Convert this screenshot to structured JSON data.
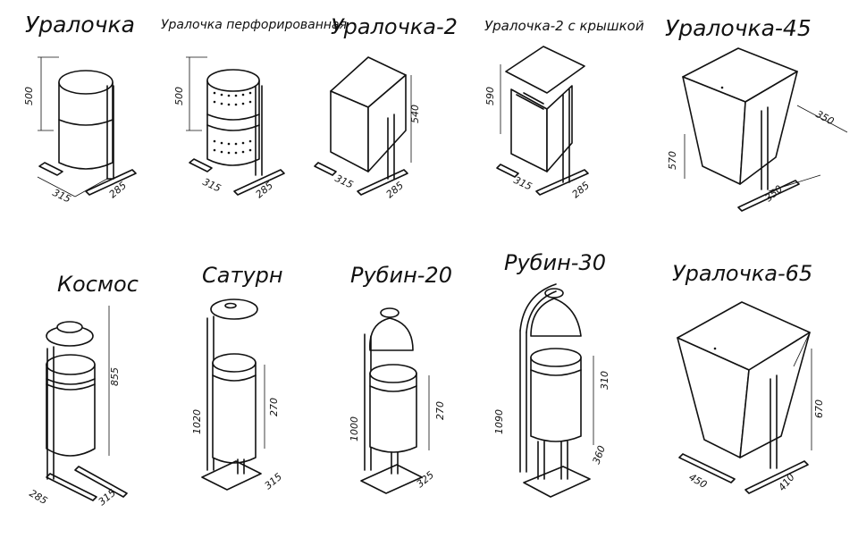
{
  "products": [
    {
      "id": "uralochka",
      "title": "Уралочка",
      "dims": [
        "500",
        "315",
        "285"
      ]
    },
    {
      "id": "uralochka-perf",
      "title": "Уралочка перфорированная",
      "dims": [
        "500",
        "315",
        "285"
      ]
    },
    {
      "id": "uralochka-2",
      "title": "Уралочка-2",
      "dims": [
        "540",
        "315",
        "285"
      ]
    },
    {
      "id": "uralochka-2-lid",
      "title": "Уралочка-2 с крышкой",
      "dims": [
        "590",
        "315",
        "285"
      ]
    },
    {
      "id": "uralochka-45",
      "title": "Уралочка-45",
      "dims": [
        "570",
        "350",
        "350"
      ]
    },
    {
      "id": "kosmos",
      "title": "Космос",
      "dims": [
        "855",
        "285",
        "315"
      ]
    },
    {
      "id": "saturn",
      "title": "Сатурн",
      "dims": [
        "1020",
        "270",
        "315"
      ]
    },
    {
      "id": "rubin-20",
      "title": "Рубин-20",
      "dims": [
        "1000",
        "270",
        "325"
      ]
    },
    {
      "id": "rubin-30",
      "title": "Рубин-30",
      "dims": [
        "1090",
        "310",
        "360"
      ]
    },
    {
      "id": "uralochka-65",
      "title": "Уралочка-65",
      "dims": [
        "670",
        "450",
        "410"
      ]
    }
  ]
}
